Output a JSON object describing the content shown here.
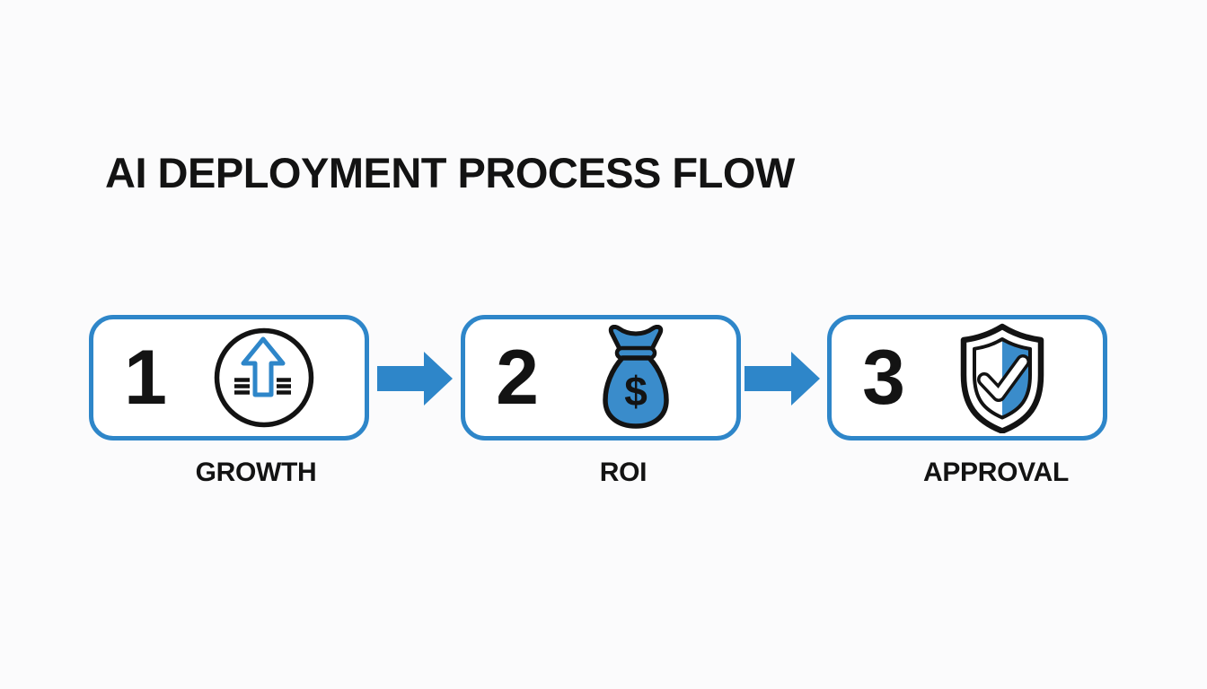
{
  "title": "AI DEPLOYMENT PROCESS FLOW",
  "colors": {
    "accent_blue": "#2e86c9",
    "icon_blue": "#3a8ccb",
    "ink": "#131313",
    "background": "#fbfbfc",
    "box_bg": "#ffffff"
  },
  "steps": [
    {
      "number": "1",
      "label": "GROWTH",
      "icon": "growth-arrow-icon",
      "icon_dollar": ""
    },
    {
      "number": "2",
      "label": "ROI",
      "icon": "money-bag-icon",
      "icon_dollar": "$"
    },
    {
      "number": "3",
      "label": "APPROVAL",
      "icon": "shield-check-icon",
      "icon_dollar": ""
    }
  ],
  "connectors": [
    {
      "icon": "arrow-right-icon"
    },
    {
      "icon": "arrow-right-icon"
    }
  ]
}
